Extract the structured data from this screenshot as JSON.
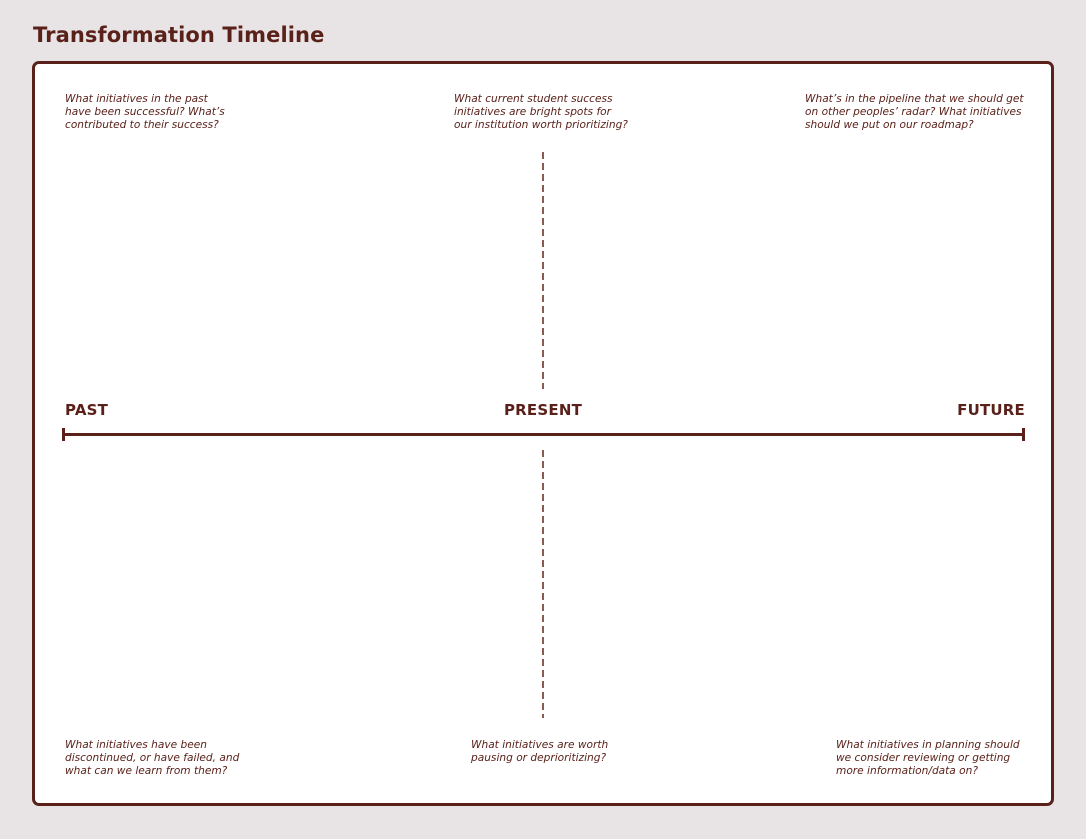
{
  "page": {
    "title": "Transformation Timeline",
    "colors": {
      "background": "#E8E3E4",
      "board": "#FFFFFF",
      "ink": "#5A211A",
      "dash": "#8B5A52"
    }
  },
  "timeline": {
    "labels": {
      "past": "PAST",
      "present": "PRESENT",
      "future": "FUTURE"
    }
  },
  "prompts": {
    "top": [
      {
        "position": "past",
        "text": "What initiatives in the past\nhave been successful? What’s\ncontributed to their success?"
      },
      {
        "position": "present",
        "text": "What current student success\ninitiatives are bright spots for\nour institution worth prioritizing?"
      },
      {
        "position": "future",
        "text": "What’s in the pipeline that we should get\non other peoples’ radar? What initiatives\nshould we put on our roadmap?"
      }
    ],
    "bottom": [
      {
        "position": "past",
        "text": "What initiatives have been\ndiscontinued, or have failed, and\nwhat can we learn from them?"
      },
      {
        "position": "present",
        "text": "What initiatives are worth\npausing or deprioritizing?"
      },
      {
        "position": "future",
        "text": "What initiatives in planning should\nwe consider reviewing or getting\nmore information/data on?"
      }
    ]
  }
}
